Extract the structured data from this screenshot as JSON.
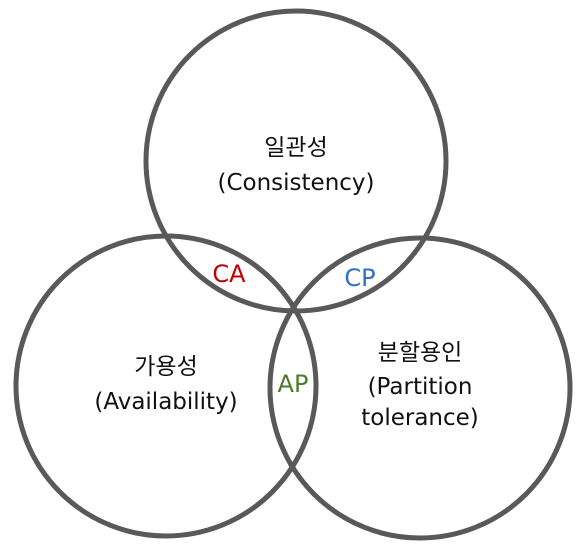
{
  "sets": {
    "consistency": {
      "line1": "일관성",
      "line2": "(Consistency)"
    },
    "availability": {
      "line1": "가용성",
      "line2": "(Availability)"
    },
    "partition": {
      "line1": "분할용인",
      "line2": "(Partition",
      "line3": "tolerance)"
    }
  },
  "intersections": {
    "ca": {
      "text": "CA",
      "color": "#c00000"
    },
    "cp": {
      "text": "CP",
      "color": "#2e6fc7"
    },
    "ap": {
      "text": "AP",
      "color": "#4f7a28"
    }
  }
}
